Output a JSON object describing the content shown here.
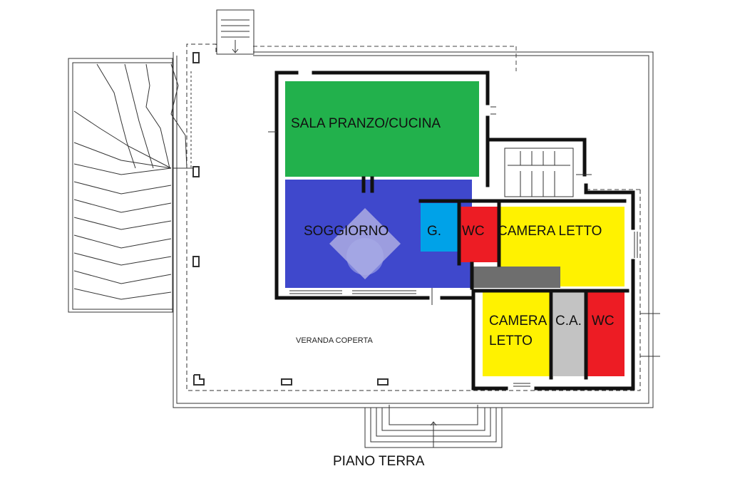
{
  "title": "PIANO TERRA",
  "rooms": {
    "sala_pranzo": {
      "label": "SALA PRANZO/CUCINA",
      "color": "#22b14c"
    },
    "soggiorno": {
      "label": "SOGGIORNO",
      "color": "#3f48cc"
    },
    "g": {
      "label": "G.",
      "color": "#00a2e8"
    },
    "wc1": {
      "label": "WC",
      "color": "#ed1c24"
    },
    "camera1": {
      "label": "CAMERA LETTO",
      "color": "#fff200"
    },
    "corridor": {
      "label": "",
      "color": "#6e6e6e"
    },
    "camera2": {
      "label_line1": "CAMERA",
      "label_line2": "LETTO",
      "color": "#fff200"
    },
    "ca": {
      "label": "C.A.",
      "color": "#c3c3c3"
    },
    "wc2": {
      "label": "WC",
      "color": "#ed1c24"
    }
  },
  "veranda": {
    "label": "VERANDA COPERTA"
  },
  "watermark": {
    "color": "#e9e4ef"
  }
}
